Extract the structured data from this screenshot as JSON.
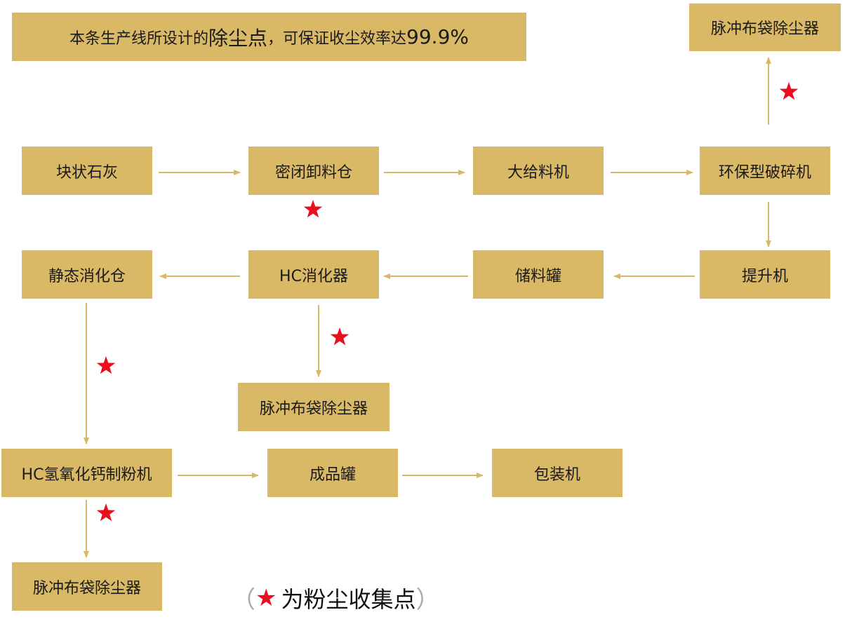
{
  "title": {
    "part1": "本条生产线所设计的",
    "emph": "除尘点",
    "part2": "，可保证收尘效率达",
    "value": "99.9%"
  },
  "nodes": {
    "n1": "块状石灰",
    "n2": "密闭卸料仓",
    "n3": "大给料机",
    "n4": "环保型破碎机",
    "n5": "脉冲布袋除尘器",
    "n6": "提升机",
    "n7": "储料罐",
    "n8": "HC消化器",
    "n9": "静态消化仓",
    "n10": "脉冲布袋除尘器",
    "n11": "HC氢氧化钙制粉机",
    "n12": "成品罐",
    "n13": "包装机",
    "n14": "脉冲布袋除尘器"
  },
  "legend": {
    "open": "（",
    "label": "为粉尘收集点",
    "close": "）"
  },
  "colors": {
    "box": "#d9b866",
    "arrow": "#d9b866",
    "star": "#e8101e"
  },
  "icons": {
    "dust_point": "red-star-icon"
  }
}
